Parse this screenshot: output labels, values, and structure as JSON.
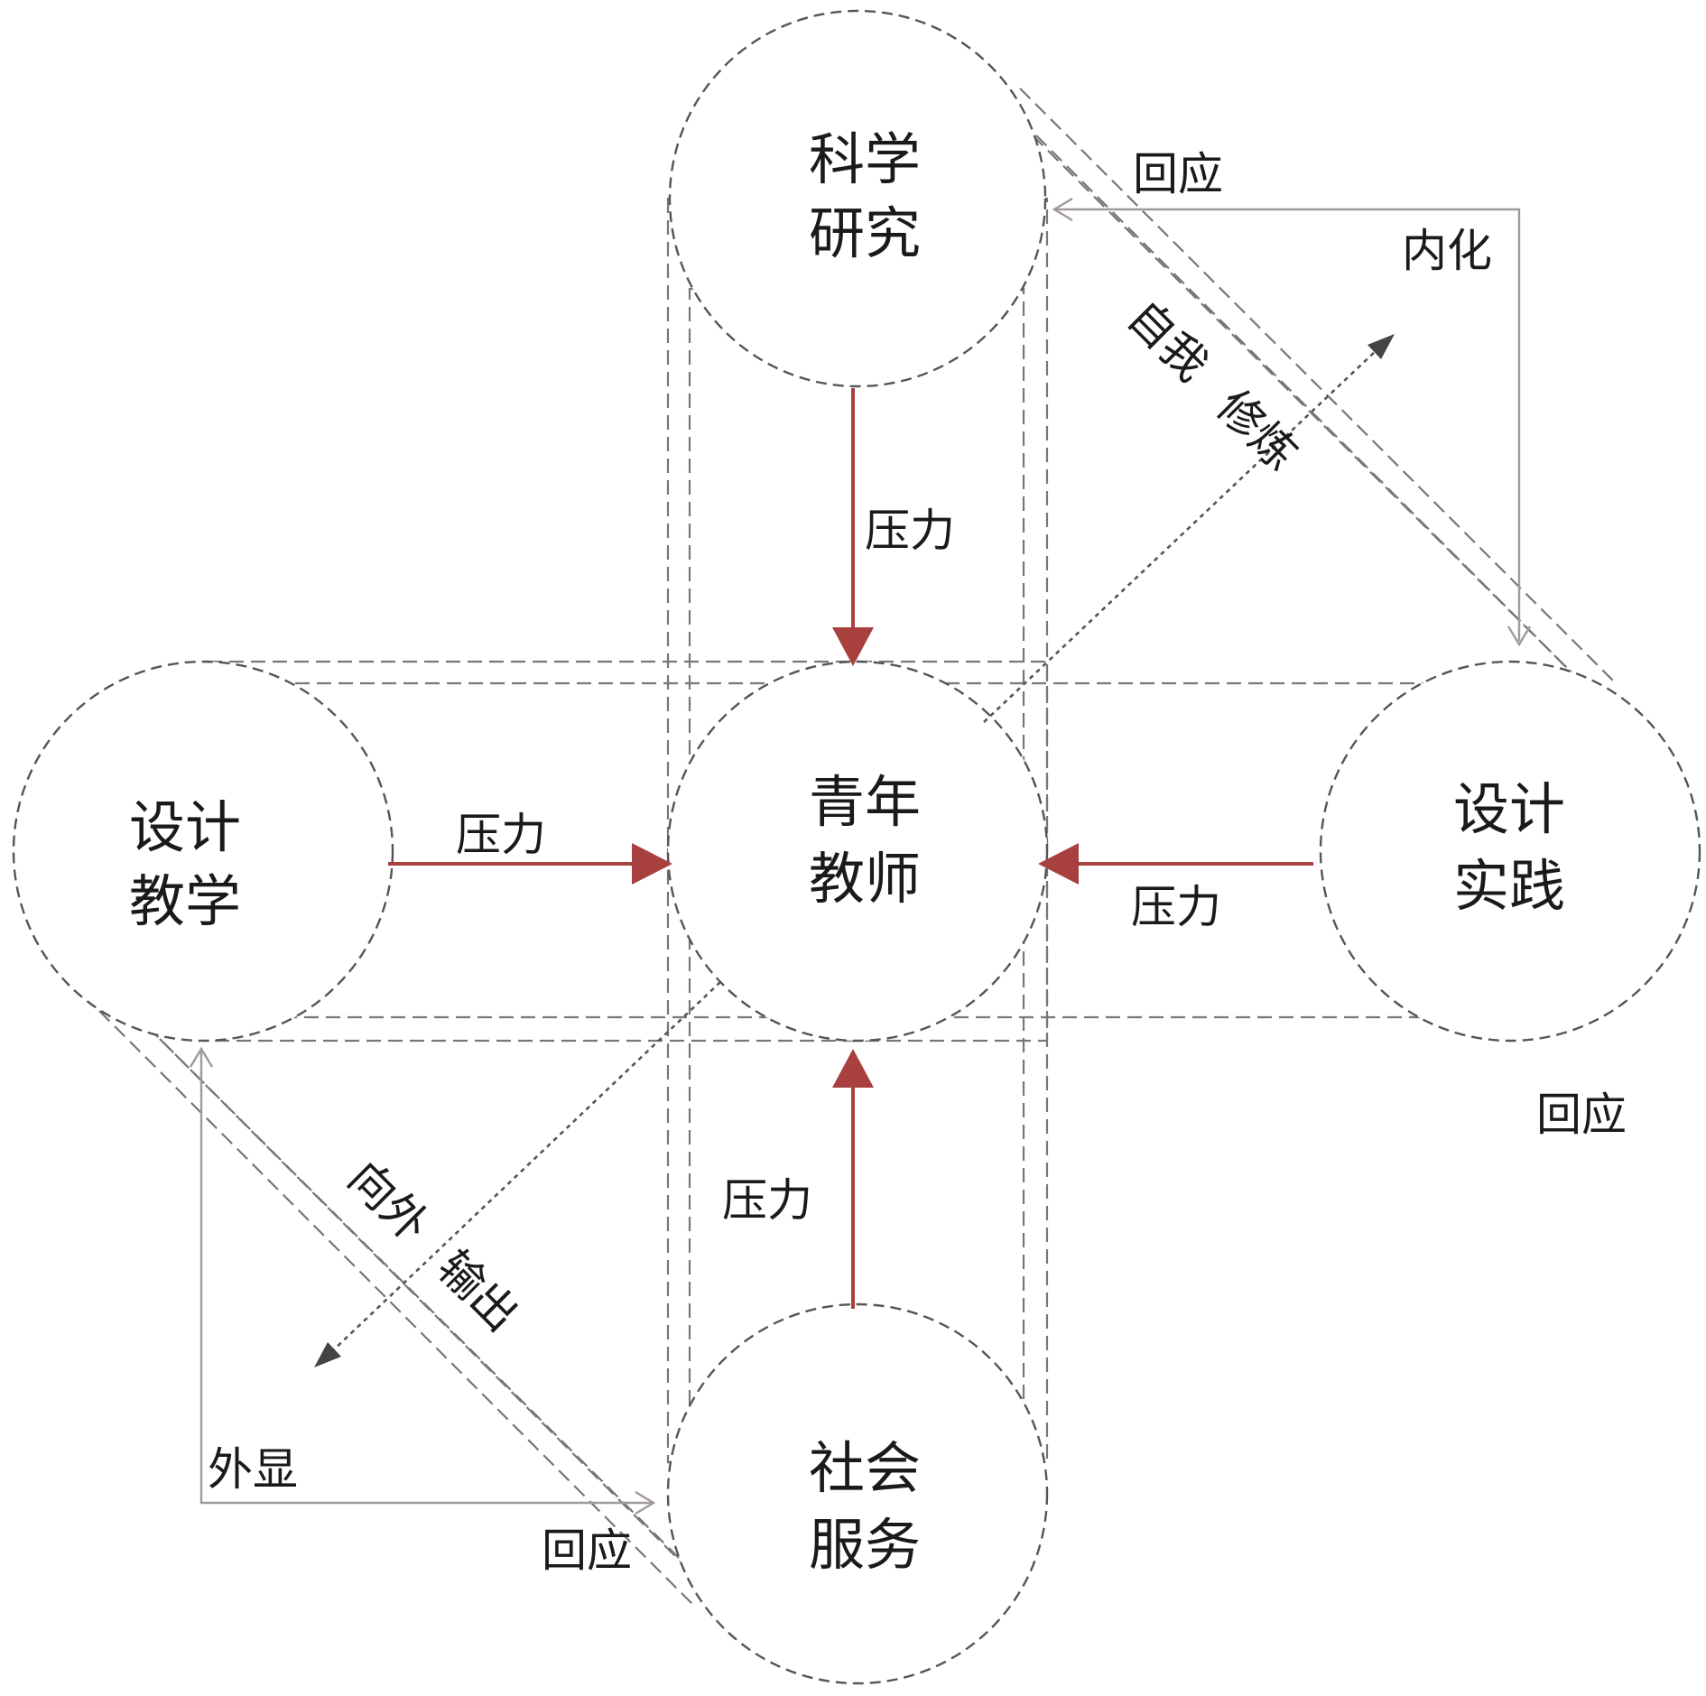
{
  "nodes": {
    "center": {
      "line1": "青年",
      "line2": "教师"
    },
    "top": {
      "line1": "科学",
      "line2": "研究"
    },
    "left": {
      "line1": "设计",
      "line2": "教学"
    },
    "right": {
      "line1": "设计",
      "line2": "实践"
    },
    "bottom": {
      "line1": "社会",
      "line2": "服务"
    }
  },
  "edge_labels": {
    "pressure_top": "压力",
    "pressure_left": "压力",
    "pressure_right": "压力",
    "pressure_bottom": "压力",
    "self_cultivation": {
      "part1": "自我",
      "part2": "修炼"
    },
    "outward_output": {
      "part1": "向外",
      "part2": "输出"
    },
    "response_top": "回应",
    "response_right": "回应",
    "response_bottom": "回应",
    "internalize": "内化",
    "externalize": "外显"
  },
  "colors": {
    "pressure_arrow": "#a8403f",
    "feedback_arrow": "#a09a98",
    "dotted_arrow": "#444444",
    "node_outline": "#555555"
  }
}
